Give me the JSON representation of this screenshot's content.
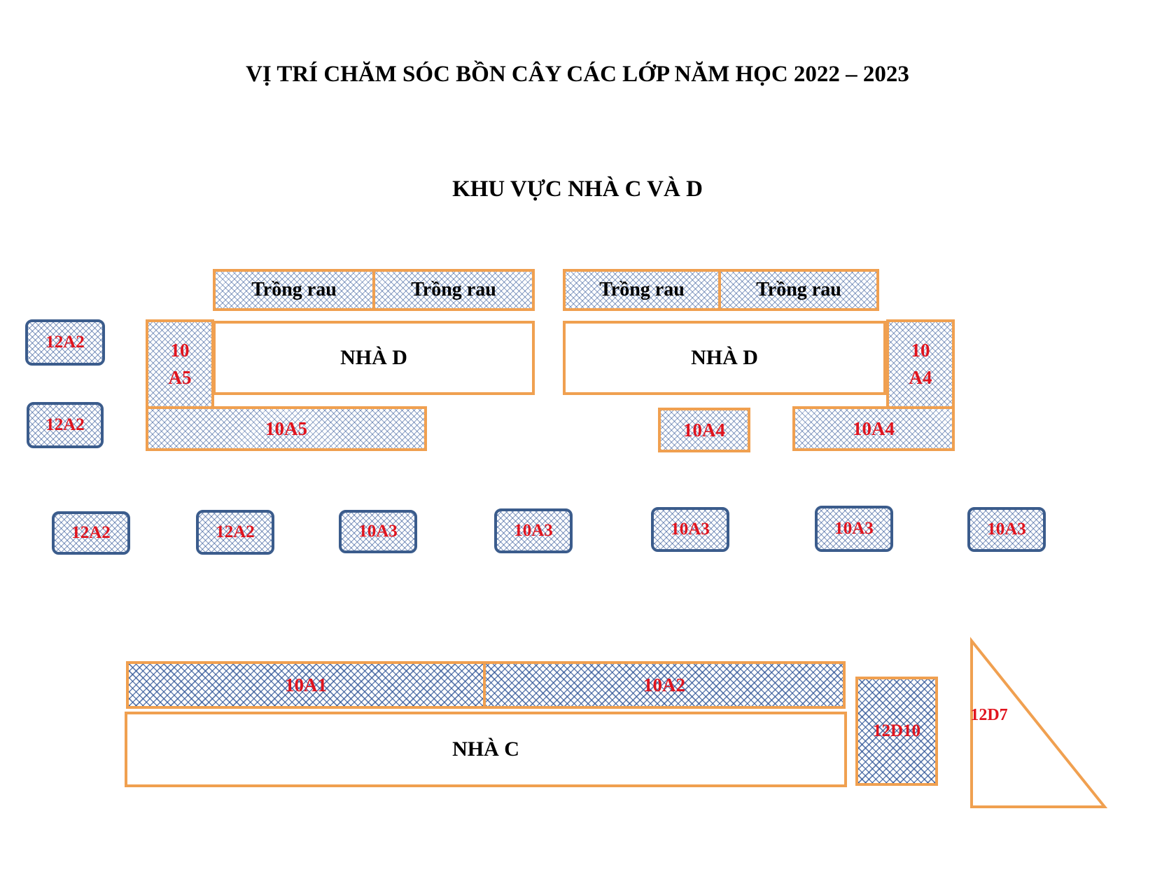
{
  "title": "VỊ TRÍ CHĂM SÓC BỒN CÂY CÁC LỚP NĂM HỌC 2022 – 2023",
  "subtitle": "KHU VỰC NHÀ C VÀ D",
  "colors": {
    "border_orange": "#F0A050",
    "border_blue": "#3B5C8C",
    "label_red": "#E0141E",
    "hatch_blue": "#2F5496"
  },
  "vegetable_beds": [
    "Trồng rau",
    "Trồng rau",
    "Trồng rau",
    "Trồng rau"
  ],
  "houses": {
    "d_left": "NHÀ D",
    "d_right": "NHÀ D",
    "c": "NHÀ C"
  },
  "side_beds": {
    "left_top": "10",
    "left_bottom": "A5",
    "right_top": "10",
    "right_bottom": "A4"
  },
  "beds": {
    "a5_long": "10A5",
    "a4_small": "10A4",
    "a4_long": "10A4",
    "a1": "10A1",
    "a2": "10A2",
    "d10": "12D10",
    "d7": "12D7"
  },
  "pots_left": [
    "12A2",
    "12A2"
  ],
  "pots_row": [
    "12A2",
    "12A2",
    "10A3",
    "10A3",
    "10A3",
    "10A3",
    "10A3"
  ]
}
